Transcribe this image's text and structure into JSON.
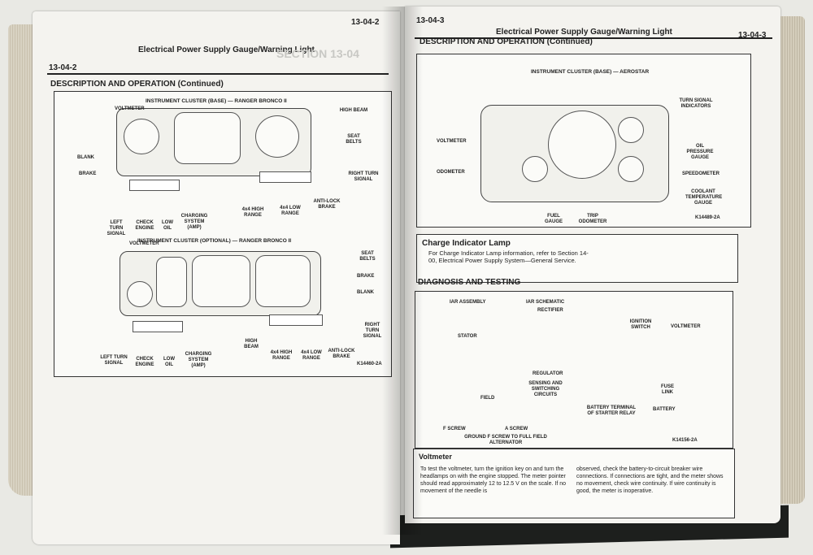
{
  "left_page": {
    "page_number": "13-04-2",
    "running_head": "Electrical Power Supply Gauge/Warning Light",
    "section_title": "DESCRIPTION AND OPERATION (Continued)",
    "figure_code": "K14460-2A",
    "base_cluster": {
      "title": "INSTRUMENT CLUSTER (BASE) — RANGER BRONCO II",
      "labels": {
        "voltmeter": "VOLTMETER",
        "blank": "BLANK",
        "brake": "BRAKE",
        "high_beam": "HIGH BEAM",
        "seat_belts": "SEAT BELTS",
        "right_turn": "RIGHT TURN SIGNAL",
        "left_turn": "LEFT TURN SIGNAL",
        "check_engine": "CHECK ENGINE",
        "low_oil": "LOW OIL",
        "charging": "CHARGING SYSTEM (AMP)",
        "high_range": "4x4 HIGH RANGE",
        "low_range": "4x4 LOW RANGE",
        "abs": "ANTI-LOCK BRAKE"
      }
    },
    "optional_cluster": {
      "title": "INSTRUMENT CLUSTER (OPTIONAL) — RANGER BRONCO II",
      "labels": {
        "voltmeter": "VOLTMETER",
        "seat_belts": "SEAT BELTS",
        "brake": "BRAKE",
        "blank": "BLANK",
        "right_turn": "RIGHT TURN SIGNAL",
        "left_turn": "LEFT TURN SIGNAL",
        "check_engine": "CHECK ENGINE",
        "low_oil": "LOW OIL",
        "charging": "CHARGING SYSTEM (AMP)",
        "high_beam": "HIGH BEAM",
        "high_range": "4x4 HIGH RANGE",
        "low_range": "4x4 LOW RANGE",
        "abs": "ANTI-LOCK BRAKE"
      }
    }
  },
  "right_page": {
    "page_number": "13-04-3",
    "page_number_right": "13-04-3",
    "running_head": "Electrical Power Supply Gauge/Warning Light",
    "section_title": "DESCRIPTION AND OPERATION (Continued)",
    "aerostar": {
      "title": "INSTRUMENT CLUSTER (BASE) — AEROSTAR",
      "figure_code": "K14489-2A",
      "labels": {
        "voltmeter": "VOLTMETER",
        "odometer": "ODOMETER",
        "fuel_gauge": "FUEL GAUGE",
        "trip_odometer": "TRIP ODOMETER",
        "turn_signal": "TURN SIGNAL INDICATORS",
        "oil_pressure": "OIL PRESSURE GAUGE",
        "speedometer": "SPEEDOMETER",
        "coolant": "COOLANT TEMPERATURE GAUGE"
      }
    },
    "charge_lamp": {
      "title": "Charge Indicator Lamp",
      "body": "For Charge Indicator Lamp information, refer to Section 14-00, Electrical Power Supply System—General Service."
    },
    "diagnosis": {
      "title": "DIAGNOSIS AND TESTING",
      "figure_code": "K14156-2A",
      "labels": {
        "iar_assembly": "IAR ASSEMBLY",
        "iar_schematic": "IAR SCHEMATIC",
        "rectifier": "RECTIFIER",
        "stator": "STATOR",
        "ignition_switch": "IGNITION SWITCH",
        "voltmeter": "VOLTMETER",
        "regulator": "REGULATOR",
        "sensing": "SENSING AND SWITCHING CIRCUITS",
        "field": "FIELD",
        "fuse_link": "FUSE LINK",
        "battery_terminal": "BATTERY TERMINAL OF STARTER RELAY",
        "battery": "BATTERY",
        "f_screw": "F SCREW",
        "a_screw": "A SCREW",
        "ground": "GROUND F SCREW TO FULL FIELD ALTERNATOR"
      }
    },
    "voltmeter": {
      "title": "Voltmeter",
      "col1": "To test the voltmeter, turn the ignition key on and turn the headlamps on with the engine stopped. The meter pointer should read approximately 12 to 12.5 V on the scale. If no movement of the needle is",
      "col2": "observed, check the battery-to-circuit breaker wire connections. If connections are tight, and the meter shows no movement, check wire continuity. If wire continuity is good, the meter is inoperative."
    }
  }
}
